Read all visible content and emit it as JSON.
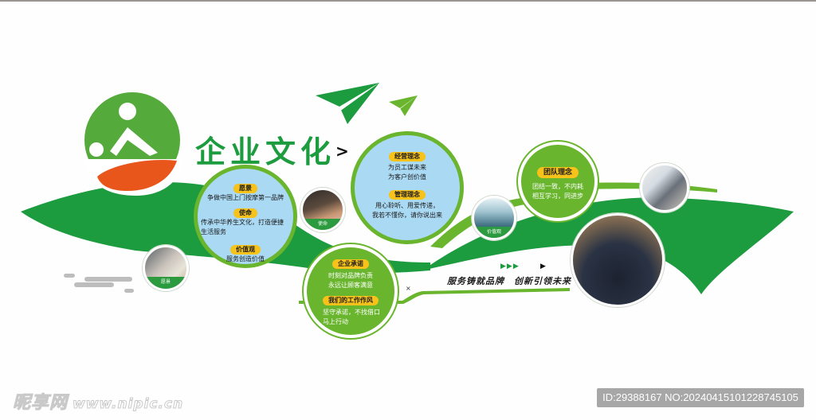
{
  "title": "企业文化",
  "title_arrow": ">",
  "colors": {
    "green_dark": "#1c9b3f",
    "green_light": "#6ab52e",
    "orange": "#e8561b",
    "blue": "#aad9f4",
    "yellow": "#f7c21a"
  },
  "vision_circle": {
    "sections": [
      {
        "tag": "愿景",
        "lines": [
          "争做中国上门按摩第一品牌"
        ]
      },
      {
        "tag": "使命",
        "lines": [
          "传承中华养生文化，打造便捷",
          "生活服务"
        ]
      },
      {
        "tag": "价值观",
        "lines": [
          "服务创造价值"
        ]
      }
    ]
  },
  "philosophy_circle": {
    "sections": [
      {
        "tag": "经营理念",
        "lines": [
          "为员工谋未来",
          "为客户创价值"
        ]
      },
      {
        "tag": "管理理念",
        "lines": [
          "用心聆听、用爱传递，",
          "我若不懂你，请你说出来"
        ]
      }
    ]
  },
  "promise_circle": {
    "sections": [
      {
        "tag": "企业承诺",
        "lines": [
          "时刻对品牌负责",
          "永远让顾客满意"
        ]
      },
      {
        "tag": "我们的工作作风",
        "lines": [
          "坚守承诺，不找借口",
          "马上行动"
        ]
      }
    ]
  },
  "team_circle": {
    "tag": "团队理念",
    "lines": [
      "团结一致，不内耗",
      "相互学习，同进步"
    ]
  },
  "photos": [
    {
      "name": "vision-photo",
      "label": "愿景"
    },
    {
      "name": "mission-photo",
      "label": "使命"
    },
    {
      "name": "values-photo",
      "label": "价值观"
    },
    {
      "name": "office-photo",
      "label": ""
    },
    {
      "name": "team-group-photo",
      "label": ""
    }
  ],
  "slogan": "服务铸就品牌　创新引领未来",
  "slogan_arrows": "▶▶▶",
  "slogan_arrow_single": "▶",
  "cross_mark": "×",
  "watermark": {
    "brand": "昵享网",
    "url": "www.nipic.cn"
  },
  "id_label": "ID:29388167 NO:20240415101228745105"
}
